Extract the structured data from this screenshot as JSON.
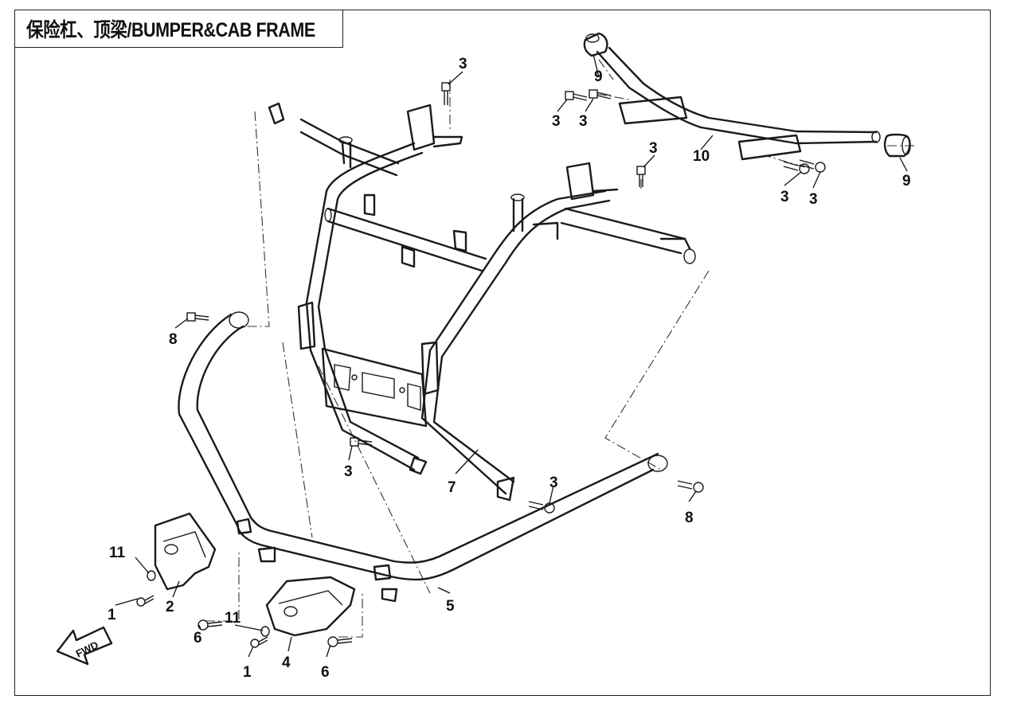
{
  "title": "保险杠、顶梁/BUMPER&CAB FRAME",
  "fwd_label": "FWD",
  "parts": [
    {
      "label": "1"
    },
    {
      "label": "1"
    },
    {
      "label": "2"
    },
    {
      "label": "3"
    },
    {
      "label": "3"
    },
    {
      "label": "3"
    },
    {
      "label": "3"
    },
    {
      "label": "3"
    },
    {
      "label": "3"
    },
    {
      "label": "3"
    },
    {
      "label": "3"
    },
    {
      "label": "3"
    },
    {
      "label": "4"
    },
    {
      "label": "5"
    },
    {
      "label": "6"
    },
    {
      "label": "6"
    },
    {
      "label": "7"
    },
    {
      "label": "8"
    },
    {
      "label": "8"
    },
    {
      "label": "9"
    },
    {
      "label": "9"
    },
    {
      "label": "10"
    },
    {
      "label": "11"
    },
    {
      "label": "11"
    }
  ]
}
